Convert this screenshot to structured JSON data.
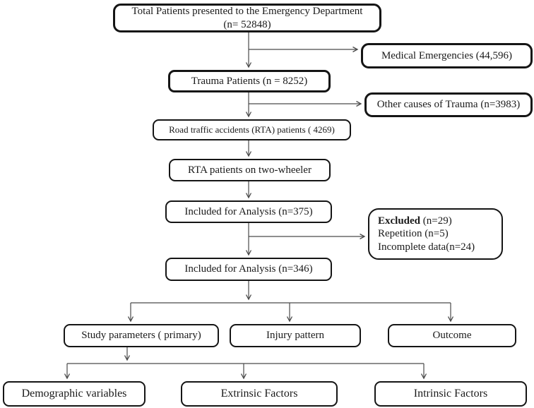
{
  "colors": {
    "background": "#ffffff",
    "box_border": "#151515",
    "box_fill": "#ffffff",
    "connector": "#4a4a4a",
    "text": "#1a1a1a"
  },
  "nodes": {
    "total": {
      "label": "Total Patients presented to the Emergency Department",
      "sub": "(n= 52848)"
    },
    "medical": {
      "label": "Medical Emergencies (44,596)"
    },
    "trauma": {
      "label": "Trauma Patients (n = 8252)"
    },
    "other_trauma": {
      "label": "Other causes of Trauma (n=3983)"
    },
    "rta": {
      "label": "Road traffic accidents (RTA) patients ( 4269)"
    },
    "two_wheeler": {
      "label": "RTA patients on two-wheeler"
    },
    "included_375": {
      "label": "Included for Analysis (n=375)"
    },
    "excluded": {
      "bold": "Excluded",
      "bold_rest": " (n=29)",
      "line2": "Repetition (n=5)",
      "line3": "Incomplete data(n=24)"
    },
    "included_346": {
      "label": "Included for Analysis (n=346)"
    },
    "study_parameters": {
      "label": "Study parameters ( primary)"
    },
    "injury_pattern": {
      "label": "Injury pattern"
    },
    "outcome": {
      "label": "Outcome"
    },
    "demographic": {
      "label": "Demographic variables"
    },
    "extrinsic": {
      "label": "Extrinsic Factors"
    },
    "intrinsic": {
      "label": "Intrinsic Factors"
    }
  }
}
